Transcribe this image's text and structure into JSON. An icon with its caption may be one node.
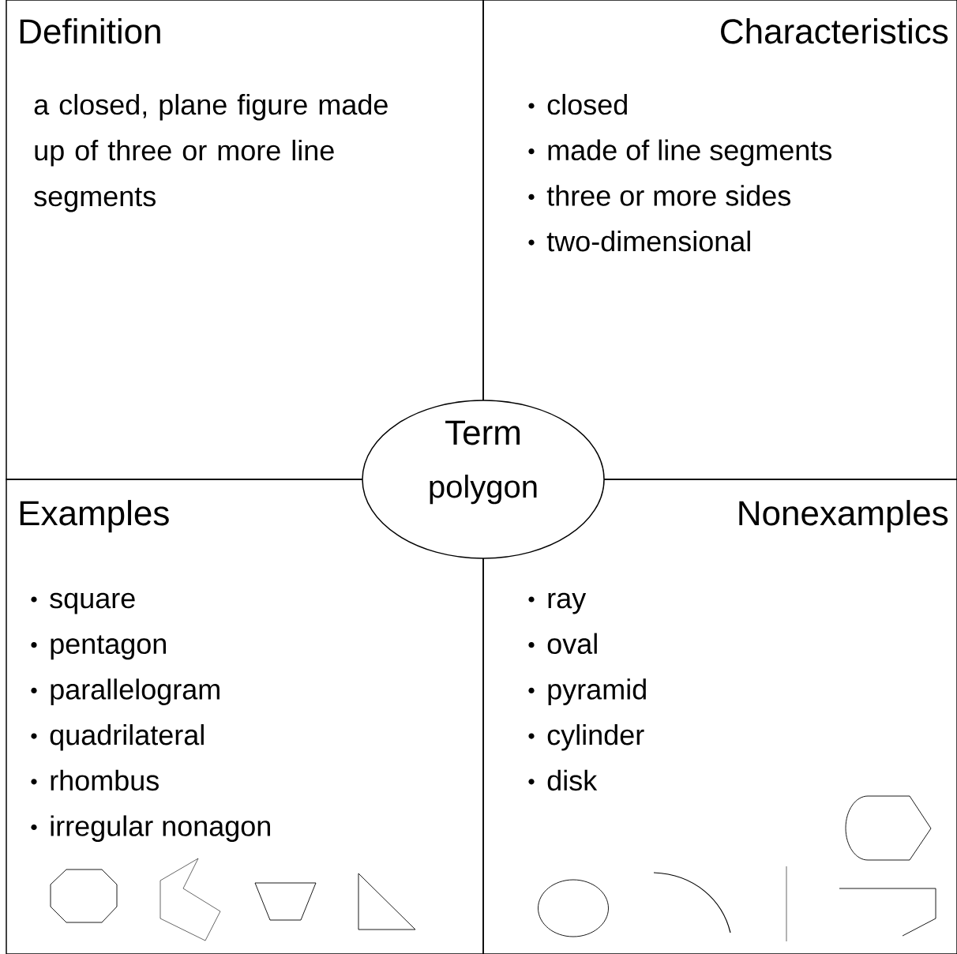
{
  "diagram": {
    "nodes": [
      {
        "text": [
          "Definition",
          "a closed, plane figure made up of three or more line segments"
        ]
      },
      {
        "text": [
          "Characteristics",
          "closed",
          "made of line segments",
          "three or more sides",
          "two-dimensional"
        ]
      },
      {
        "text": [
          "Term",
          "polygon"
        ]
      },
      {
        "text": [
          "Examples",
          "square",
          "pentagon",
          "parallelogram",
          "quadrilateral",
          "rhombus",
          "irregular nonagon"
        ]
      },
      {
        "text": [
          "Nonexamples",
          "ray",
          "oval",
          "pyramid",
          "cylinder",
          "disk"
        ]
      }
    ]
  }
}
